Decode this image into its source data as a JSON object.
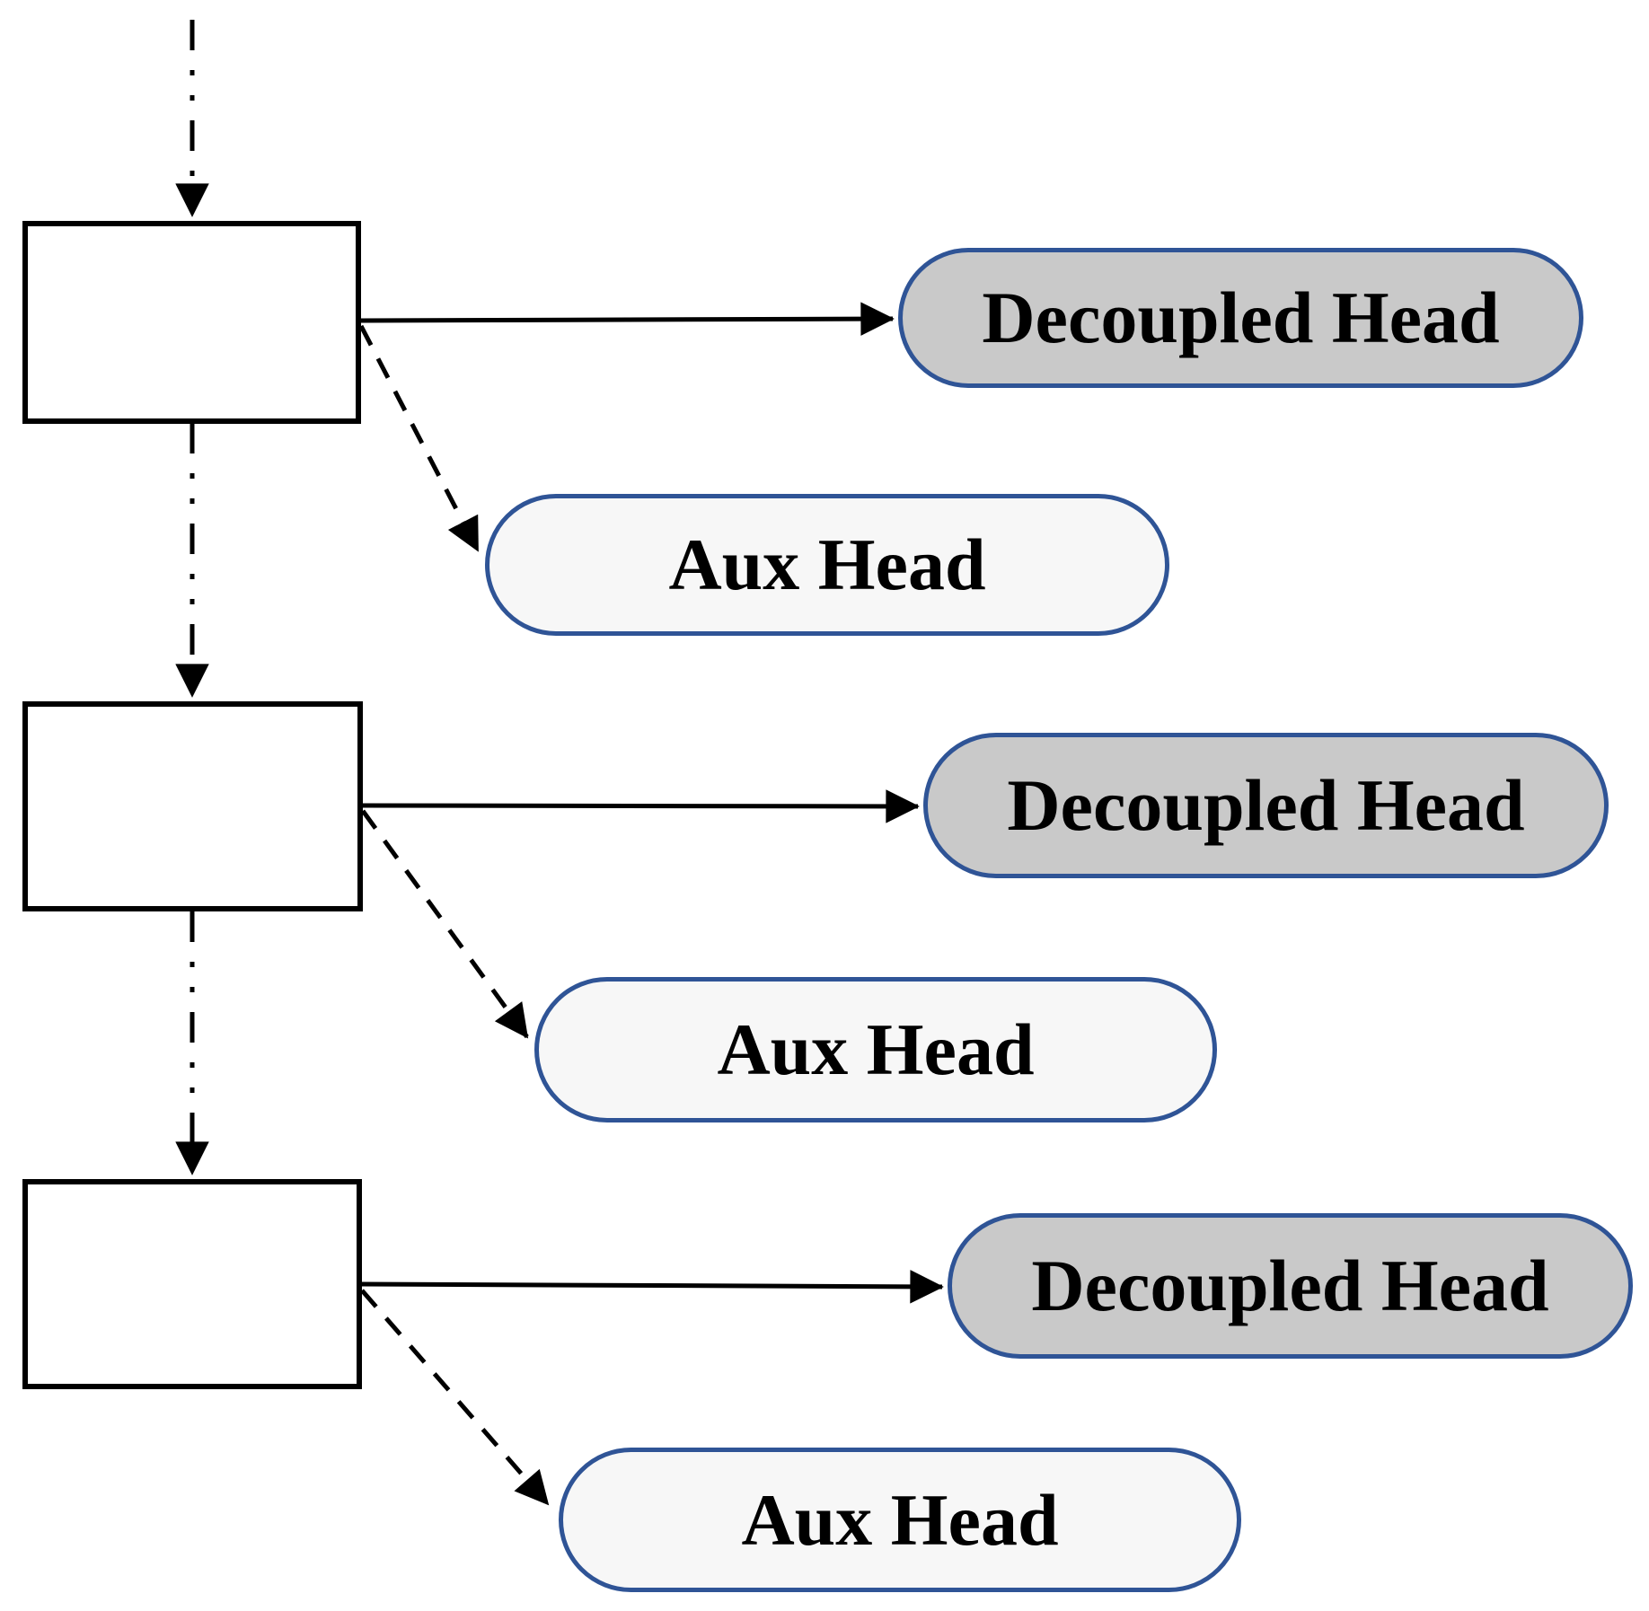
{
  "colors": {
    "pill_border": "#2f5496",
    "decoupled_fill": "#c9c9c9",
    "aux_fill": "#f7f7f7",
    "line": "#000000",
    "box_border": "#000000",
    "text": "#000000",
    "background": "#ffffff"
  },
  "rows": [
    {
      "decoupled_head_label": "Decoupled Head",
      "aux_head_label": "Aux Head"
    },
    {
      "decoupled_head_label": "Decoupled Head",
      "aux_head_label": "Aux Head"
    },
    {
      "decoupled_head_label": "Decoupled Head",
      "aux_head_label": "Aux Head"
    }
  ]
}
